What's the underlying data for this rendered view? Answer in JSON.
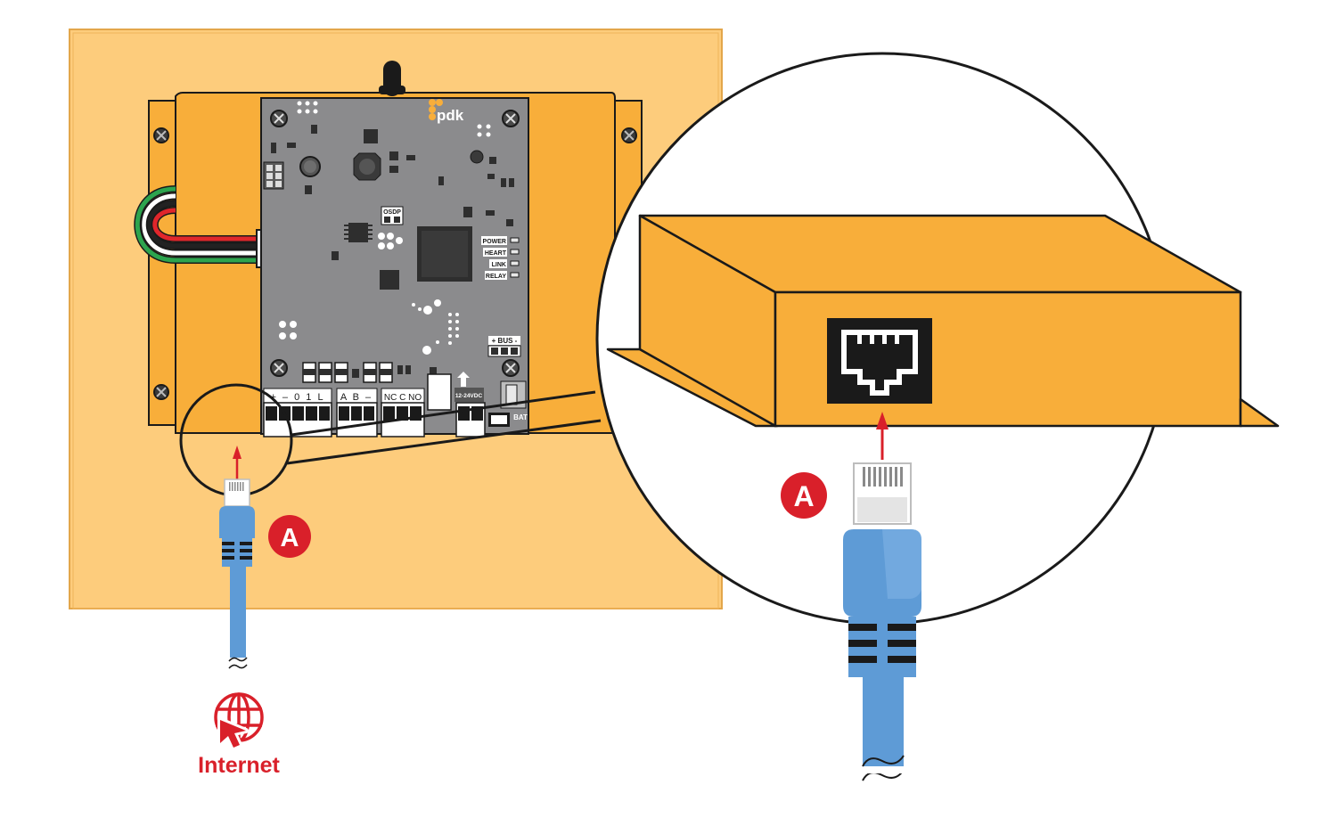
{
  "brand": {
    "logo_text": "pdk"
  },
  "board": {
    "osdp_label": "OSDP",
    "status_leds": [
      "POWER",
      "HEART",
      "LINK",
      "RELAY"
    ],
    "bus_label": "+ BUS -",
    "power_label": "12-24VDC",
    "battery_label": "BAT",
    "terminal_groups": [
      {
        "label": "+ – 0 1 L"
      },
      {
        "label": "A B –"
      },
      {
        "label": "NC C NO"
      }
    ]
  },
  "callouts": {
    "marker_letter": "A"
  },
  "network": {
    "label": "Internet"
  },
  "colors": {
    "backboard": "#FDCC7C",
    "enclosure": "#F8AE3A",
    "board": "#8B8B8D",
    "cable": "#5E9BD6",
    "accent_red": "#D9202A",
    "outline": "#1A1A1A"
  }
}
